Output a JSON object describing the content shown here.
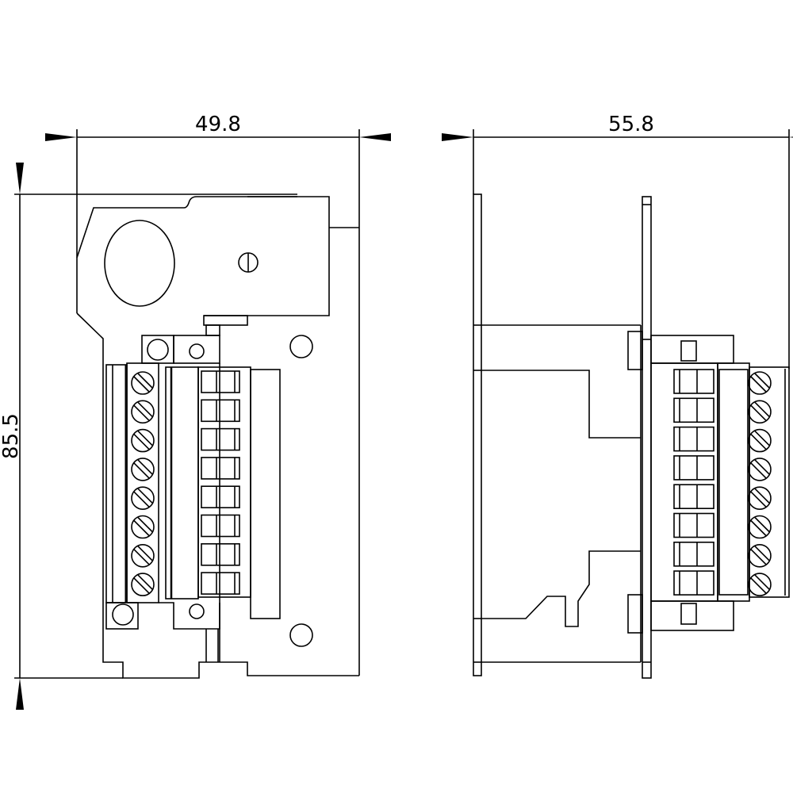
{
  "dimensions": {
    "front_width": "49.8",
    "front_height": "85.5",
    "side_depth": "55.8"
  },
  "terminal_count": 8,
  "colors": {
    "line": "#000000",
    "background": "#ffffff"
  }
}
